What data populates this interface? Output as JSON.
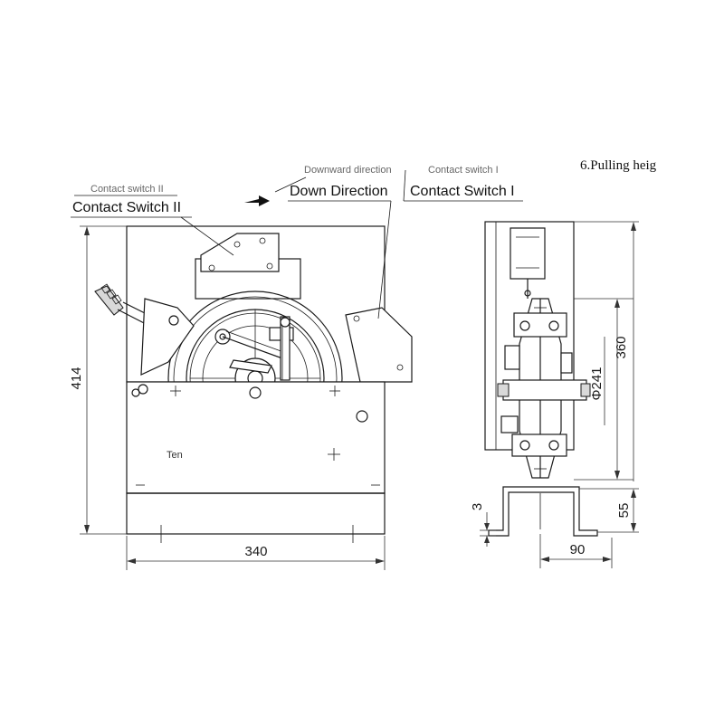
{
  "title": "6.Pulling heig",
  "labels": {
    "contact_switch_2_small": "Contact switch II",
    "contact_switch_2": "Contact Switch II",
    "downward_small": "Downward direction",
    "down_direction": "Down Direction",
    "contact_switch_1_small": "Contact switch I",
    "contact_switch_1": "Contact Switch I",
    "ten": "Ten"
  },
  "dimensions": {
    "height": "414",
    "width": "340",
    "side_height": "360",
    "diameter": "Φ241",
    "base_height": "55",
    "plate_thickness": "3",
    "base_width": "90"
  }
}
